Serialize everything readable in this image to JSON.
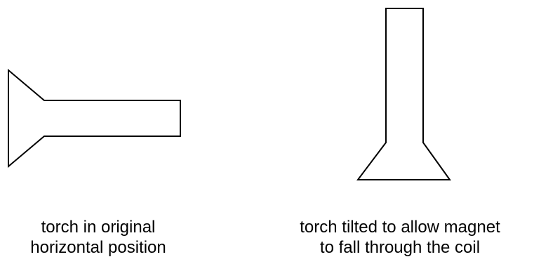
{
  "figures": [
    {
      "id": "horizontal",
      "caption_lines": [
        "torch in original",
        "horizontal position"
      ]
    },
    {
      "id": "tilted",
      "caption_lines": [
        "torch tilted to allow magnet",
        "to fall through the coil"
      ]
    }
  ],
  "colors": {
    "stroke": "#000000",
    "background": "#ffffff"
  }
}
